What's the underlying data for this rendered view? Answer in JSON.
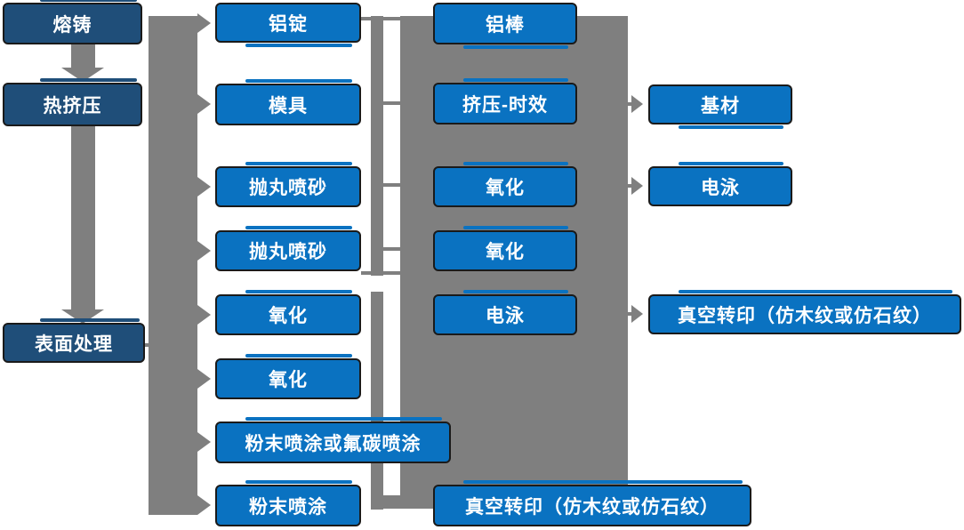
{
  "diagram": {
    "type": "flowchart",
    "language": "zh-CN"
  },
  "colors": {
    "dark_node": "#1F4E79",
    "bright_node": "#0A72C1",
    "connector": "#7F7F7F",
    "node_text": "#FFFFFF",
    "node_border": "#1A1A1A"
  },
  "nodes": [
    {
      "key": "c1r1",
      "name": "node-melting-casting",
      "label": "熔铸",
      "tone": "dark"
    },
    {
      "key": "c1r2",
      "name": "node-hot-extrusion",
      "label": "热挤压",
      "tone": "dark"
    },
    {
      "key": "c1r5",
      "name": "node-surface-treatment",
      "label": "表面处理",
      "tone": "dark"
    },
    {
      "key": "c2r1",
      "name": "node-aluminum-ingot",
      "label": "铝锭",
      "tone": "bright"
    },
    {
      "key": "c2r2",
      "name": "node-mold",
      "label": "模具",
      "tone": "bright"
    },
    {
      "key": "c2r3",
      "name": "node-shot-blasting-1",
      "label": "抛丸喷砂",
      "tone": "bright"
    },
    {
      "key": "c2r4",
      "name": "node-shot-blasting-2",
      "label": "抛丸喷砂",
      "tone": "bright"
    },
    {
      "key": "c2r5",
      "name": "node-oxidation-1",
      "label": "氧化",
      "tone": "bright"
    },
    {
      "key": "c2r6",
      "name": "node-oxidation-2",
      "label": "氧化",
      "tone": "bright"
    },
    {
      "key": "c2r7",
      "name": "node-powder-or-fluorocarbon",
      "label": "粉末喷涂或氟碳喷涂",
      "tone": "bright"
    },
    {
      "key": "c2r8",
      "name": "node-powder-coating",
      "label": "粉末喷涂",
      "tone": "bright"
    },
    {
      "key": "c3r1",
      "name": "node-aluminum-rod",
      "label": "铝棒",
      "tone": "bright"
    },
    {
      "key": "c3r2",
      "name": "node-extrusion-aging",
      "label": "挤压-时效",
      "tone": "bright"
    },
    {
      "key": "c3r3",
      "name": "node-oxidation-3",
      "label": "氧化",
      "tone": "bright"
    },
    {
      "key": "c3r4",
      "name": "node-oxidation-4",
      "label": "氧化",
      "tone": "bright"
    },
    {
      "key": "c3r5",
      "name": "node-electrophoresis-1",
      "label": "电泳",
      "tone": "bright"
    },
    {
      "key": "c3r8",
      "name": "node-vacuum-transfer-bottom",
      "label": "真空转印（仿木纹或仿石纹）",
      "tone": "bright"
    },
    {
      "key": "c4r2",
      "name": "node-base-material",
      "label": "基材",
      "tone": "bright"
    },
    {
      "key": "c4r3",
      "name": "node-electrophoresis-2",
      "label": "电泳",
      "tone": "bright"
    },
    {
      "key": "c4r5",
      "name": "node-vacuum-transfer-right",
      "label": "真空转印（仿木纹或仿石纹）",
      "tone": "bright"
    }
  ]
}
